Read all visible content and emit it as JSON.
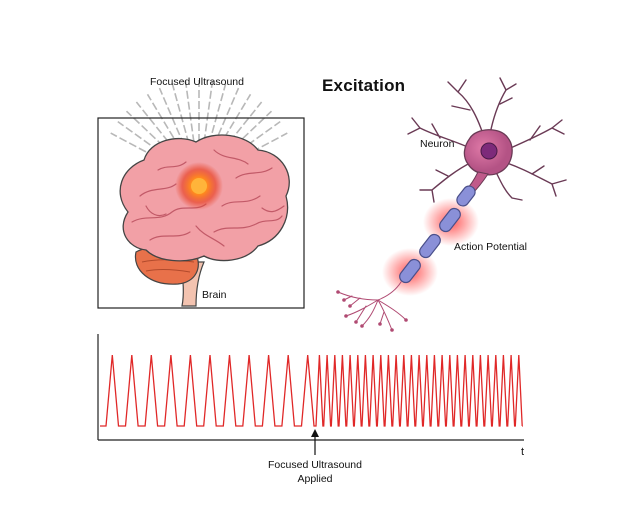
{
  "title": "Excitation",
  "labels": {
    "focused_ultrasound": "Focused Ultrasound",
    "brain": "Brain",
    "neuron": "Neuron",
    "action_potential": "Action Potential",
    "applied_line1": "Focused Ultrasound",
    "applied_line2": "Applied",
    "time_axis": "t"
  },
  "colors": {
    "spike_trace": "#e02828",
    "brain": "#f2a0a6",
    "cerebellum": "#e8714a",
    "neuron_body": "#c05a8a",
    "axon": "#8a90d8",
    "glow": "#ff4a4a"
  },
  "chart_data": {
    "type": "line",
    "xlabel": "t",
    "ylabel": "",
    "event": "Focused Ultrasound Applied",
    "spikes_before": 11,
    "spikes_after": 27,
    "grid": false
  }
}
